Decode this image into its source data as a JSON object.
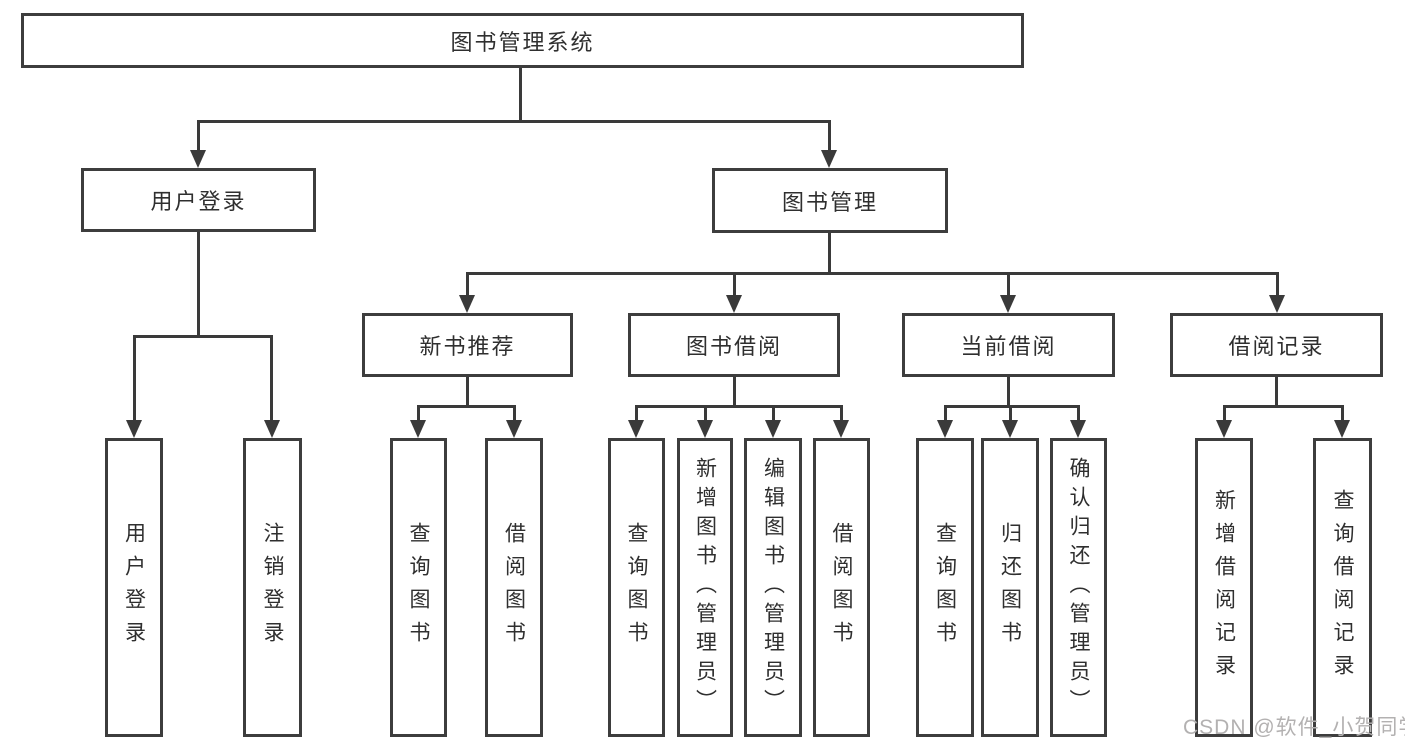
{
  "root": {
    "label": "图书管理系统"
  },
  "level2": {
    "user_login": {
      "label": "用户登录"
    },
    "book_management": {
      "label": "图书管理"
    }
  },
  "level3": {
    "new_book_recommend": {
      "label": "新书推荐"
    },
    "book_borrowing": {
      "label": "图书借阅"
    },
    "current_borrowing": {
      "label": "当前借阅"
    },
    "borrowing_records": {
      "label": "借阅记录"
    }
  },
  "leaves": [
    {
      "label": "用户登录"
    },
    {
      "label": "注销登录"
    },
    {
      "label": "查询图书"
    },
    {
      "label": "借阅图书"
    },
    {
      "label": "查询图书"
    },
    {
      "label": "新增图书（管理员）"
    },
    {
      "label": "编辑图书（管理员）"
    },
    {
      "label": "借阅图书"
    },
    {
      "label": "查询图书"
    },
    {
      "label": "归还图书"
    },
    {
      "label": "确认归还（管理员）"
    },
    {
      "label": "新增借阅记录"
    },
    {
      "label": "查询借阅记录"
    }
  ],
  "watermark": "CSDN @软件_小贺同学",
  "colors": {
    "line": "#3a3a3a",
    "border": "#3d3d3d",
    "text": "#2f2f2f",
    "watermark": "#b3b1b1"
  }
}
